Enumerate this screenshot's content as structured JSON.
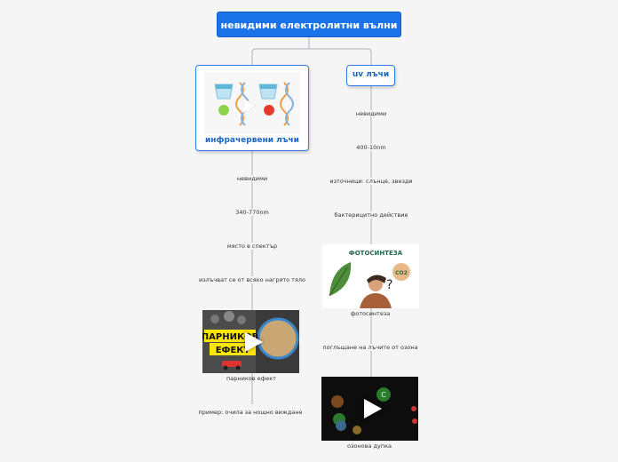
{
  "root": {
    "title": "невидими електролитни вълни"
  },
  "branches": {
    "ir": {
      "label": "инфрачервени лъчи",
      "leaves": [
        "невидими",
        "340-770nm",
        "място в спектър",
        "излъчват се от всяко нагрято тяло"
      ],
      "media1": {
        "caption": "парников ефект",
        "image_text_line1": "ПАРНИКОВ",
        "image_text_line2": "ЕФЕКТ"
      },
      "leaf_after": "пример: очила за нощно виждане"
    },
    "uv": {
      "label": "uv лъчи",
      "leaves": [
        "невидими",
        "400-10nm",
        "източници: слънце, звезди",
        "бактерицитно действие"
      ],
      "media1": {
        "caption": "фотосинтеза",
        "image_title": "ФОТОСИНТЕЗА",
        "image_badge": "CO2"
      },
      "leaf_after": "поглъщане на лъчите от озона",
      "media2": {
        "caption": "озонова дупка",
        "molecule_letter": "C"
      }
    }
  },
  "colors": {
    "primary": "#1a73e8",
    "branch_text": "#1a66c7",
    "line": "#9aa9b8",
    "background": "#f5f5f5"
  }
}
